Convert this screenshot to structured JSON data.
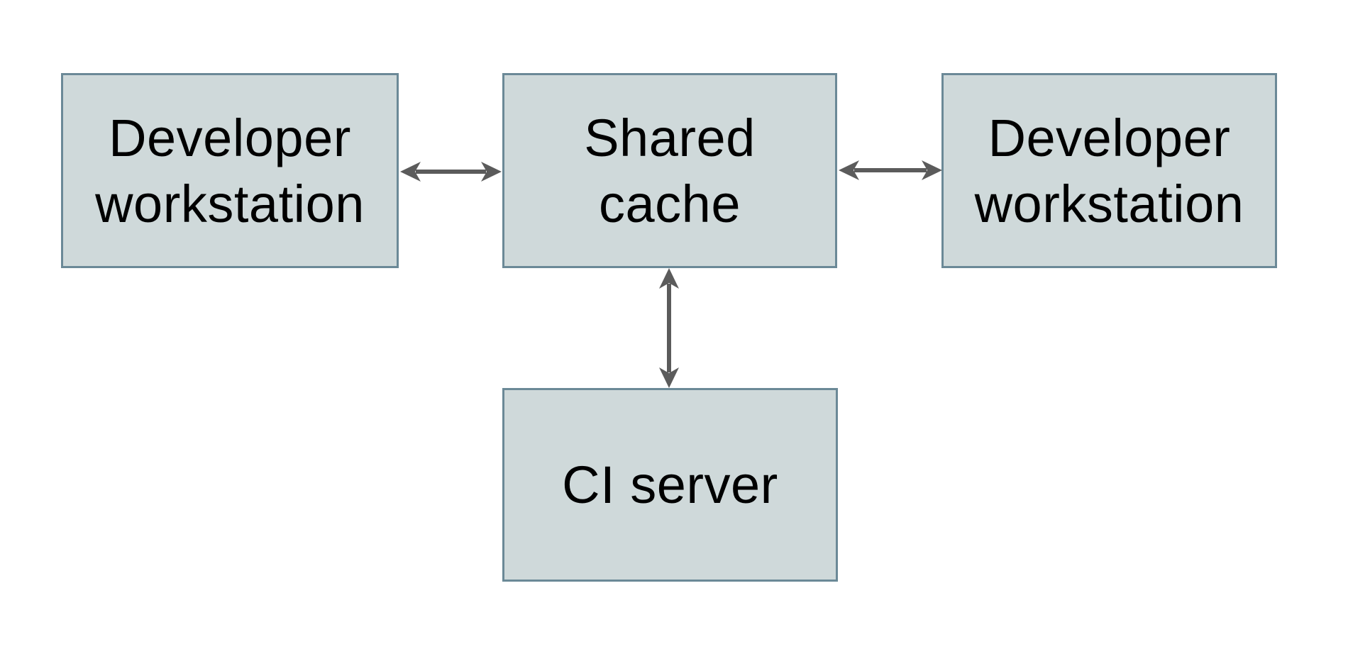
{
  "diagram": {
    "type": "architecture-diagram",
    "background_color": "#ffffff",
    "node_fill_color": "#cfd9da",
    "node_border_color": "#6b8997",
    "arrow_color": "#5b5b5b",
    "text_color": "#000000",
    "nodes": {
      "dev_left": {
        "label": "Developer\nworkstation"
      },
      "shared_cache": {
        "label": "Shared\ncache"
      },
      "dev_right": {
        "label": "Developer\nworkstation"
      },
      "ci_server": {
        "label": "CI server"
      }
    },
    "edges": [
      {
        "from": "Developer workstation (left)",
        "to": "Shared cache",
        "direction": "bidirectional"
      },
      {
        "from": "Shared cache",
        "to": "Developer workstation (right)",
        "direction": "bidirectional"
      },
      {
        "from": "Shared cache",
        "to": "CI server",
        "direction": "bidirectional"
      }
    ]
  }
}
